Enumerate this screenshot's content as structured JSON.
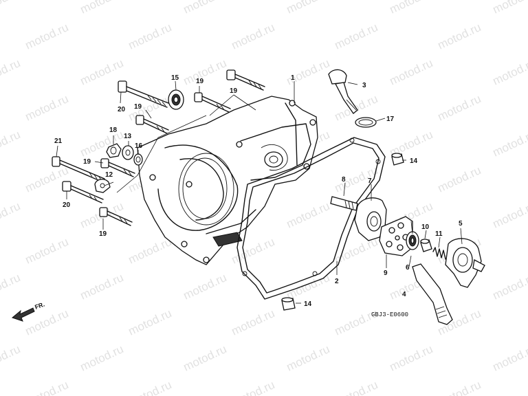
{
  "watermark": "motod.ru",
  "drawing_code": "GBJ3-E0600",
  "direction_label": "FR.",
  "callouts": {
    "c1": "1",
    "c2": "2",
    "c3": "3",
    "c4": "4",
    "c5": "5",
    "c6": "6",
    "c7": "7",
    "c8": "8",
    "c9": "9",
    "c10": "10",
    "c11": "11",
    "c12": "12",
    "c13": "13",
    "c14a": "14",
    "c14b": "14",
    "c15": "15",
    "c16": "16",
    "c17": "17",
    "c18": "18",
    "c19a": "19",
    "c19b": "19",
    "c19c": "19",
    "c19d": "19",
    "c19e": "19",
    "c20a": "20",
    "c20b": "20",
    "c21": "21"
  }
}
